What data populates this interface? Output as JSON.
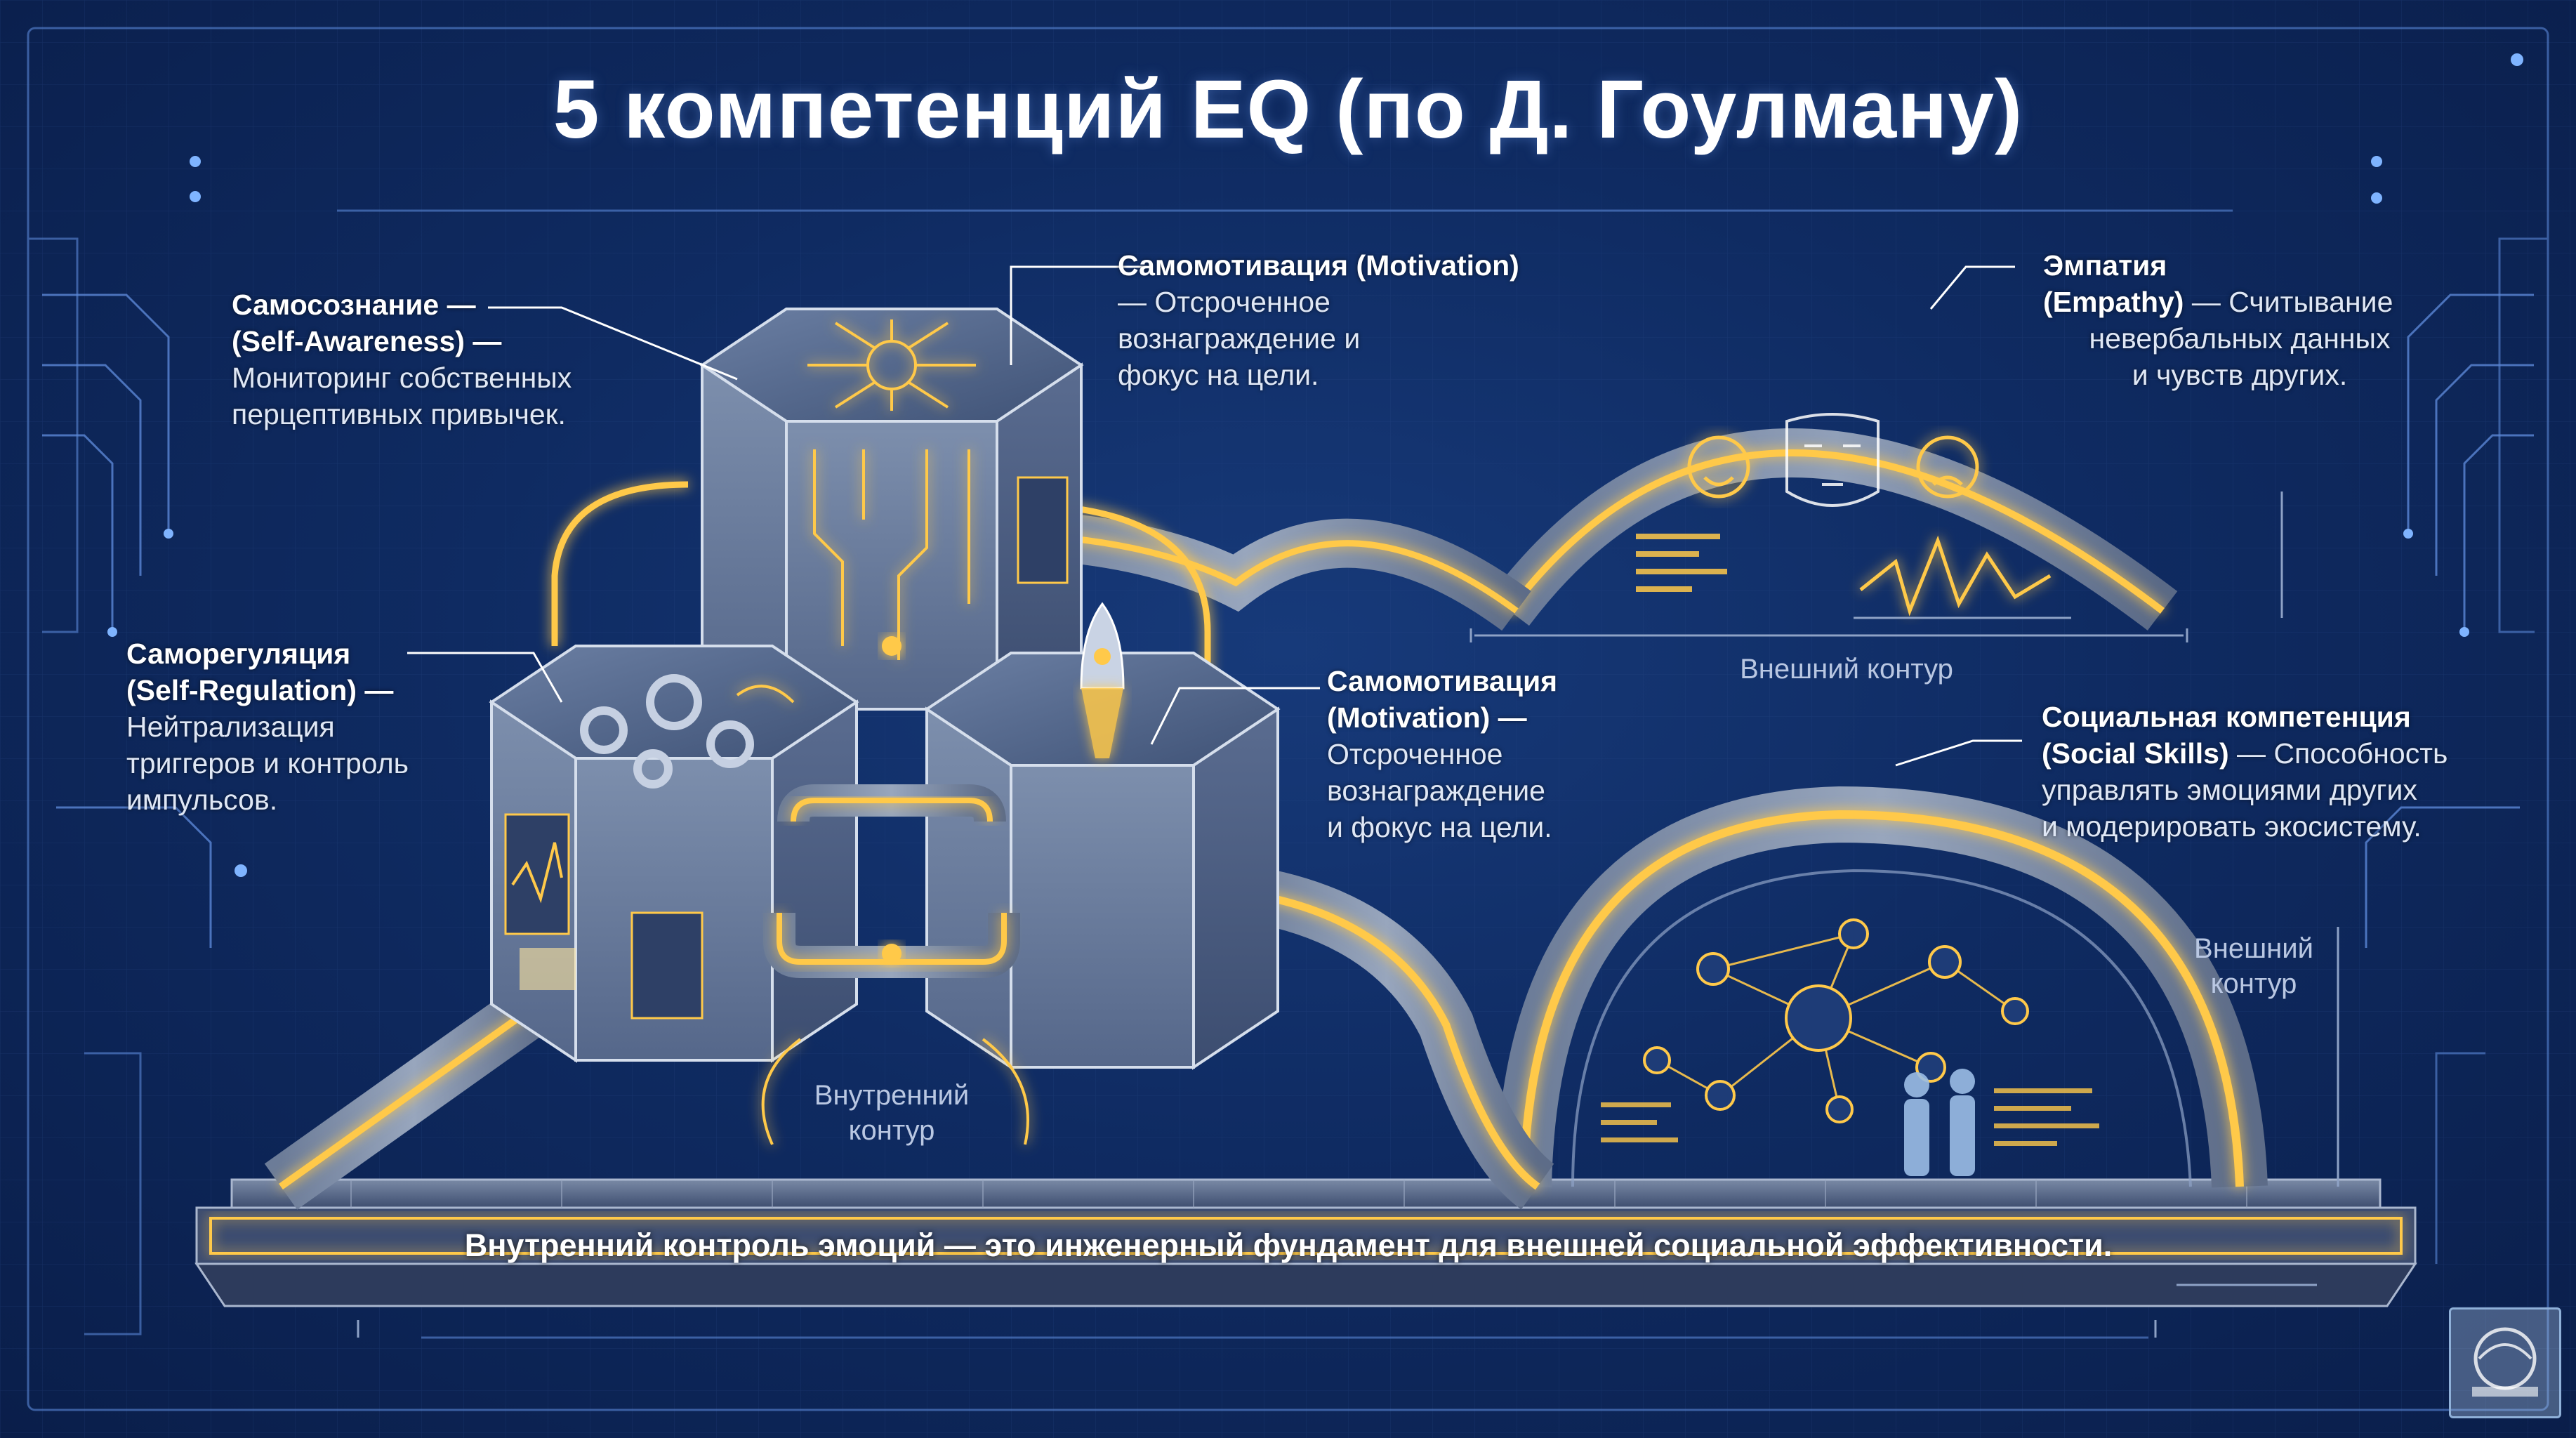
{
  "title": "5 компетенций EQ (по Д. Гоулману)",
  "self_awareness": {
    "heading": "Самосознание —",
    "subheading": "(Self-Awareness) —",
    "lines": [
      "Мониторинг собственных",
      "перцептивных привычек."
    ]
  },
  "motivation_top": {
    "heading": "Самомотивация (Motivation)",
    "lines": [
      "— Отсроченное",
      "вознаграждение и",
      "фокус на цели."
    ]
  },
  "empathy": {
    "heading": "Эмпатия",
    "subheading_bold": "(Empathy)",
    "subheading_rest": " — Считывание",
    "lines": [
      "невербальных данных",
      "и чувств других."
    ]
  },
  "self_regulation": {
    "heading": "Саморегуляция",
    "subheading": "(Self-Regulation) —",
    "lines": [
      "Нейтрализация",
      "триггеров и контроль",
      "импульсов."
    ]
  },
  "motivation_mid": {
    "heading": "Самомотивация",
    "subheading": "(Motivation) —",
    "lines": [
      "Отсроченное",
      "вознаграждение",
      "и фокус на цели."
    ]
  },
  "social_skills": {
    "heading": "Социальная компетенция",
    "subheading_bold": "(Social Skills)",
    "subheading_rest": " — Способность",
    "lines": [
      "управлять эмоциями других",
      "и модерировать экосистему."
    ]
  },
  "outer_contour_top": "Внешний контур",
  "outer_contour_right": [
    "Внешний",
    "контур"
  ],
  "inner_contour": [
    "Внутренний",
    "контур"
  ],
  "banner": "Внутренний контроль эмоций — это инженерный фундамент для внешней социальной эффективности.",
  "logo_icon": "company-logo-icon",
  "colors": {
    "background": "#0f2b62",
    "glow": "#ffc94a",
    "block": "#6d7f9c",
    "text": "#ffffff"
  }
}
